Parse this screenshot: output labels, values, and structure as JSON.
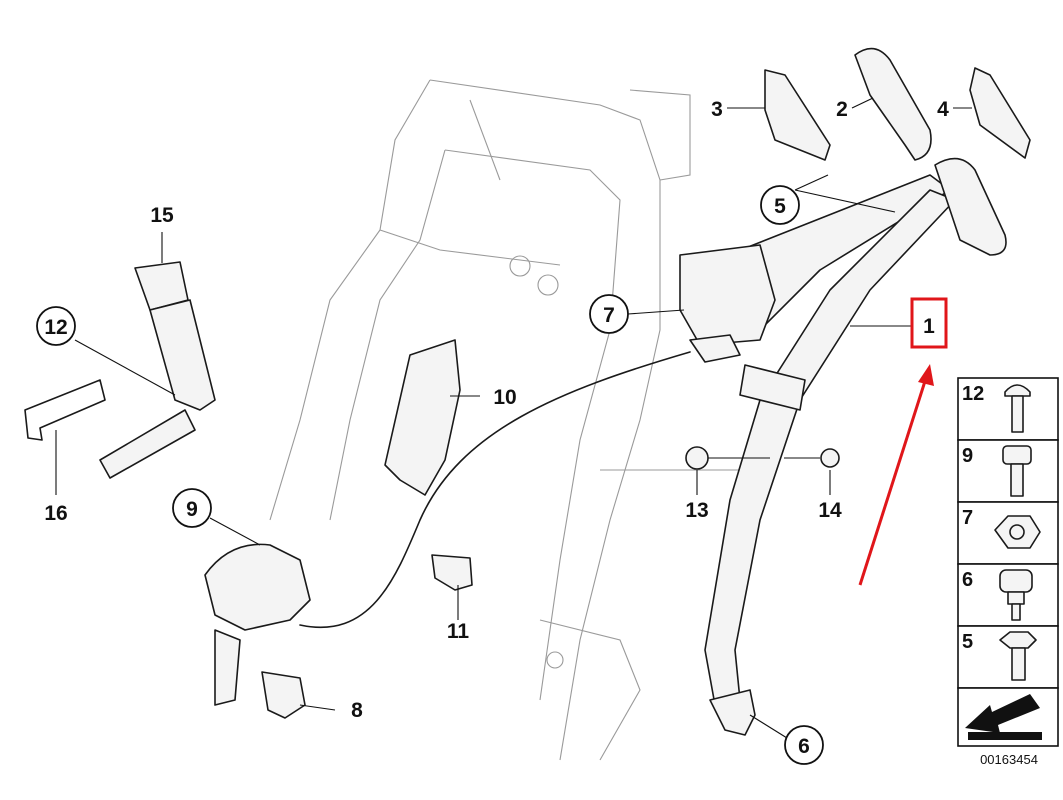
{
  "diagram": {
    "reference_number": "00163454",
    "highlight_color": "#e0161a",
    "callouts": [
      {
        "id": "1",
        "label": "1",
        "highlighted": true
      },
      {
        "id": "2",
        "label": "2"
      },
      {
        "id": "3",
        "label": "3"
      },
      {
        "id": "4",
        "label": "4"
      },
      {
        "id": "5",
        "label": "5",
        "circled": true
      },
      {
        "id": "6",
        "label": "6",
        "circled": true
      },
      {
        "id": "7",
        "label": "7",
        "circled": true
      },
      {
        "id": "8",
        "label": "8"
      },
      {
        "id": "9",
        "label": "9",
        "circled": true
      },
      {
        "id": "10",
        "label": "10"
      },
      {
        "id": "11",
        "label": "11"
      },
      {
        "id": "12",
        "label": "12",
        "circled": true
      },
      {
        "id": "13",
        "label": "13"
      },
      {
        "id": "14",
        "label": "14"
      },
      {
        "id": "15",
        "label": "15"
      },
      {
        "id": "16",
        "label": "16"
      }
    ],
    "legend": [
      {
        "label": "12",
        "icon": "torx-button-head-bolt-icon"
      },
      {
        "label": "9",
        "icon": "torx-bolt-icon"
      },
      {
        "label": "7",
        "icon": "hex-nut-icon"
      },
      {
        "label": "6",
        "icon": "torx-shoulder-bolt-icon"
      },
      {
        "label": "5",
        "icon": "hex-bolt-icon"
      }
    ],
    "legend_footer_icon": "direction-arrow-icon"
  }
}
